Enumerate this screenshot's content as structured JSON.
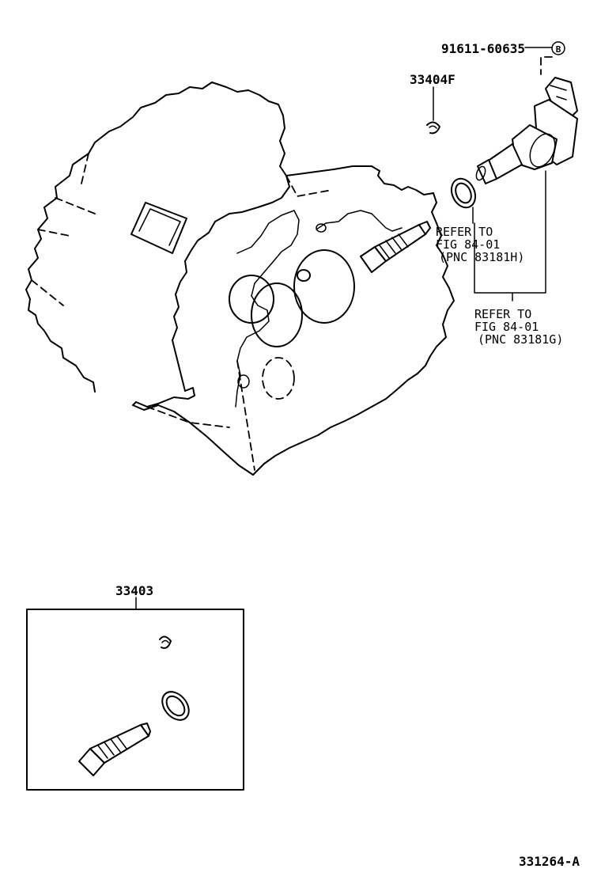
{
  "labels": {
    "sensor_part": "91611-60635",
    "clip_part": "33404F",
    "kit_part": "33403",
    "drawing_no": "331264-A",
    "circle_marker": "B"
  },
  "refer_h": {
    "line1": "REFER TO",
    "line2": "FIG 84-01",
    "line3": "(PNC 83181H)"
  },
  "refer_g": {
    "line1": "REFER TO",
    "line2": "FIG 84-01",
    "line3": "(PNC 83181G)"
  }
}
